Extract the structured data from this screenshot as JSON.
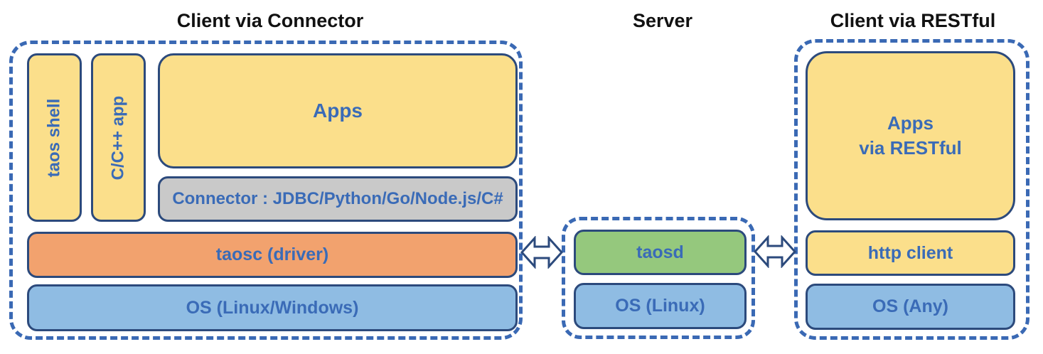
{
  "titles": {
    "left": "Client via Connector",
    "middle": "Server",
    "right": "Client via RESTful"
  },
  "client_connector_group": {
    "taos_shell": "taos shell",
    "cpp_app": "C/C++ app",
    "apps": "Apps",
    "connector": "Connector : JDBC/Python/Go/Node.js/C#",
    "taosc": "taosc (driver)",
    "os": "OS (Linux/Windows)"
  },
  "server_group": {
    "taosd": "taosd",
    "os": "OS (Linux)"
  },
  "client_restful_group": {
    "apps_line1": "Apps",
    "apps_line2": "via RESTful",
    "http_client": "http client",
    "os": "OS (Any)"
  },
  "icons": {
    "left_arrow": "left-right-double-arrow",
    "right_arrow": "left-right-double-arrow"
  },
  "colors": {
    "yellow": "#FBDF8B",
    "orange": "#F2A26E",
    "blue": "#8FBCE3",
    "green": "#95C87D",
    "gray": "#C9C9C9",
    "border": "#2C4A7C",
    "dash": "#3A69B4",
    "text_blue": "#3A6BB7",
    "title_black": "#111111"
  }
}
